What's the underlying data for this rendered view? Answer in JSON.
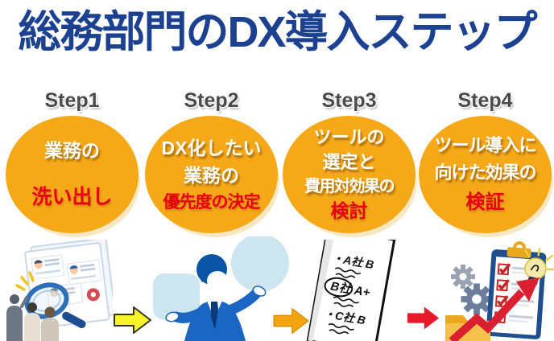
{
  "title": "総務部門のDX導入ステップ",
  "steps": [
    {
      "label": "Step1",
      "lines": [
        "業務の",
        "洗い出し"
      ]
    },
    {
      "label": "Step2",
      "lines": [
        "DX化したい",
        "業務の",
        "優先度の決定"
      ]
    },
    {
      "label": "Step3",
      "lines": [
        "ツールの",
        "選定と",
        "費用対効果の",
        "検討"
      ]
    },
    {
      "label": "Step4",
      "lines": [
        "ツール導入に",
        "向けた効果の",
        "検証"
      ]
    }
  ],
  "evaluation_sheet": {
    "items": [
      "・A社 B",
      "B社 A+",
      "・C社 B"
    ]
  },
  "flow_arrows": [
    {
      "name": "arrow-step1-to-step2",
      "color": "#F7F42A"
    },
    {
      "name": "arrow-step2-to-step3",
      "color": "#F2A50F"
    },
    {
      "name": "arrow-step3-to-step4",
      "color": "#E61A2B"
    }
  ],
  "colors": {
    "title_blue": "#1C4190",
    "circle_orange": "#F5A818",
    "circle_shadow": "#F8E7C3",
    "circle_text_white": "#FFFFFF",
    "circle_text_red": "#E60012",
    "step_label_gray": "#4A4A4A",
    "light_blue": "#CDE5EE",
    "suit_blue": "#1A66C2"
  }
}
